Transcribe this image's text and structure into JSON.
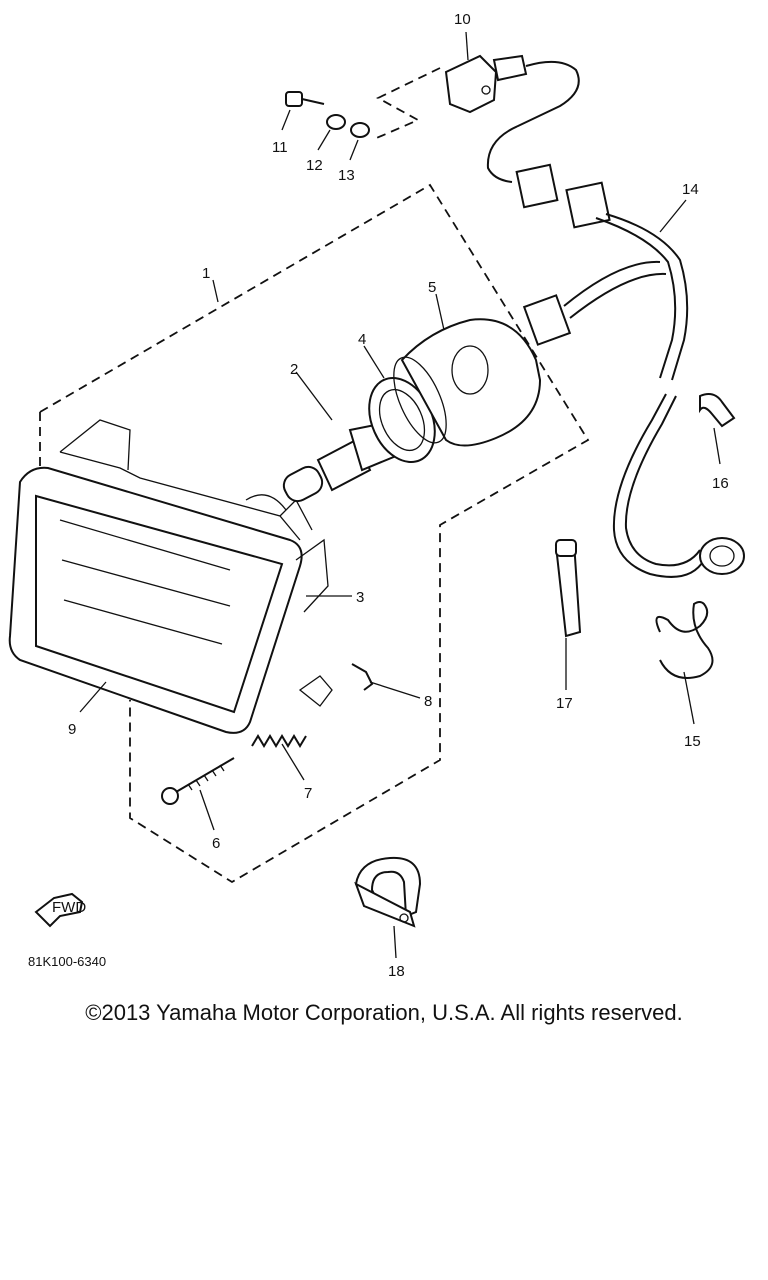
{
  "callouts": [
    "1",
    "2",
    "3",
    "4",
    "5",
    "6",
    "7",
    "8",
    "9",
    "10",
    "11",
    "12",
    "13",
    "14",
    "15",
    "16",
    "17",
    "18"
  ],
  "fwd_label": "FWD",
  "diagram_code": "81K100-6340",
  "copyright": "©2013 Yamaha Motor Corporation, U.S.A. All rights reserved."
}
